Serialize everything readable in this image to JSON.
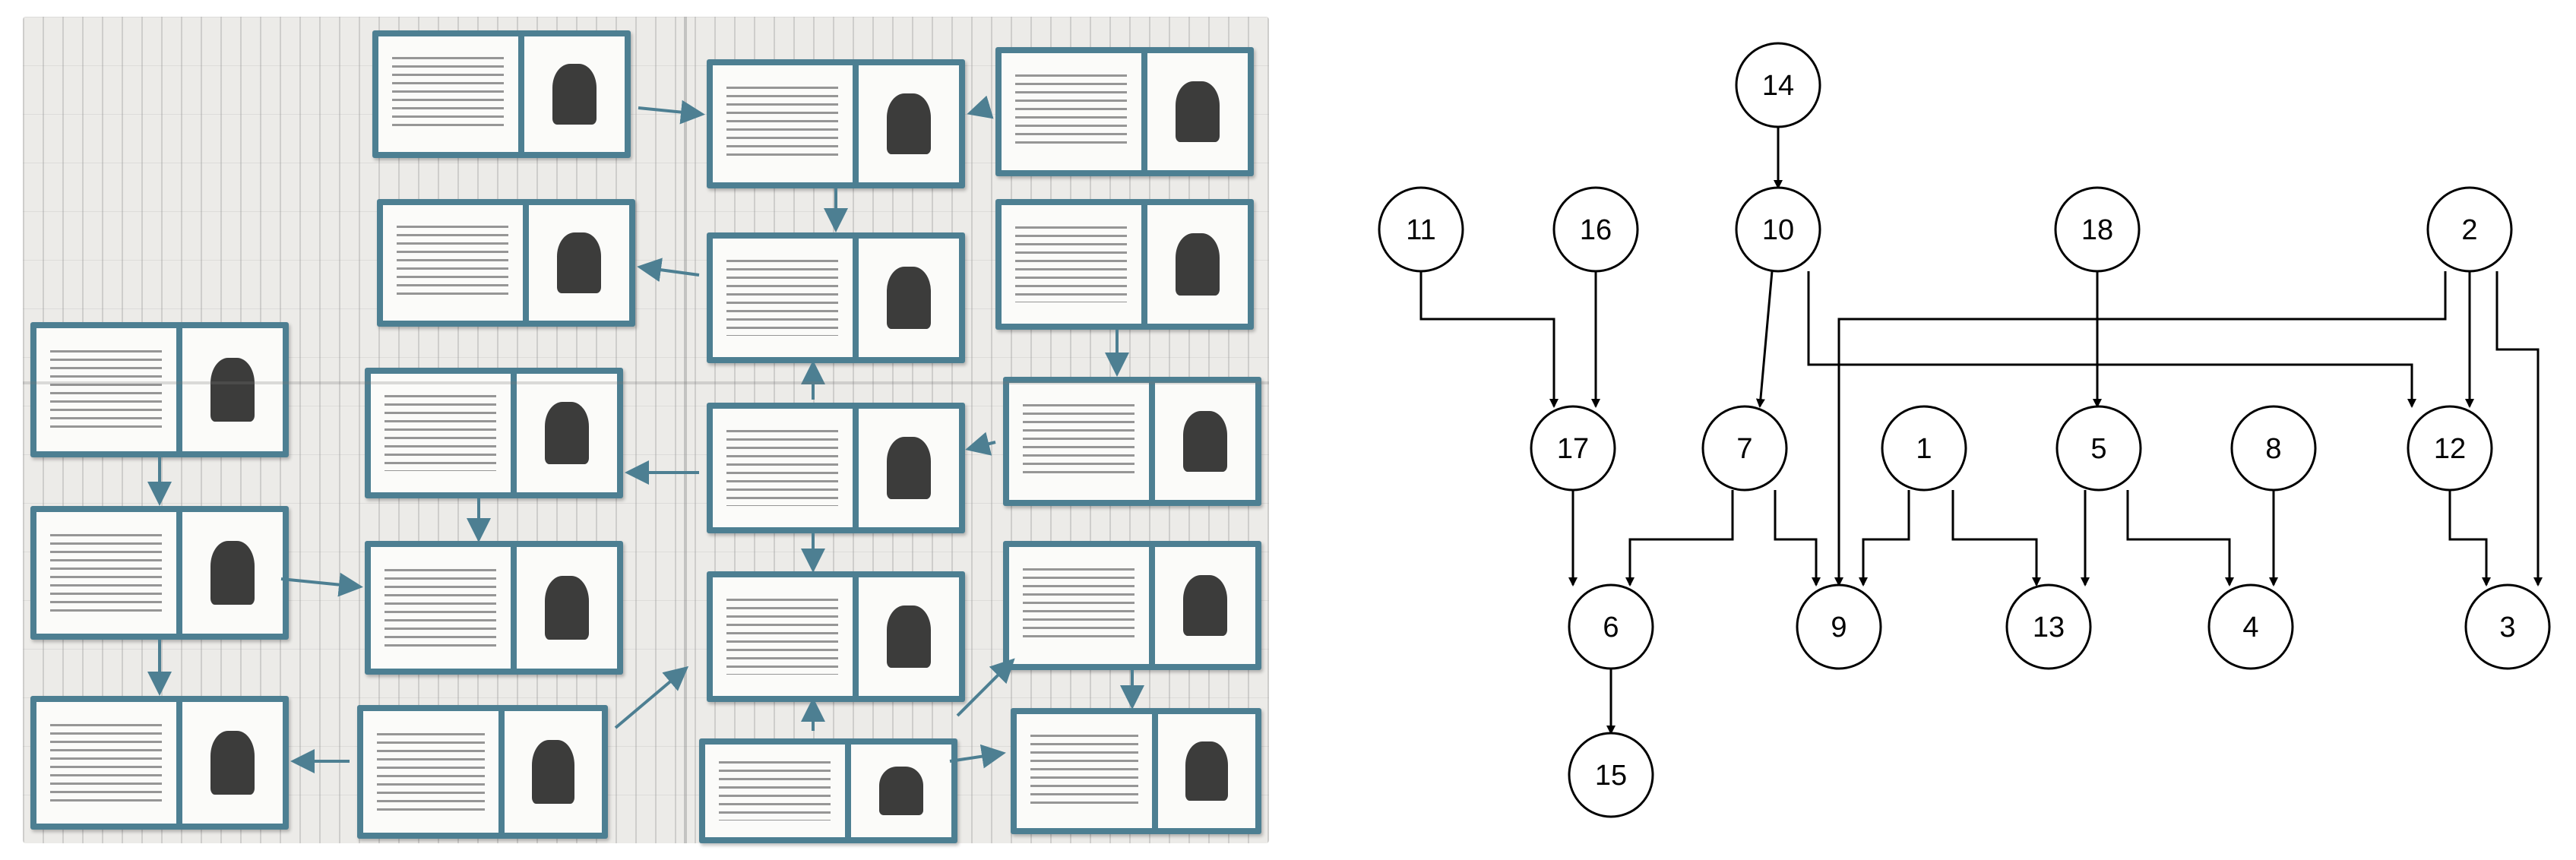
{
  "photo": {
    "description_icon": "storyboard-cards-icon"
  },
  "graph": {
    "nodes": [
      "1",
      "2",
      "3",
      "4",
      "5",
      "6",
      "7",
      "8",
      "9",
      "10",
      "11",
      "12",
      "13",
      "14",
      "15",
      "16",
      "17",
      "18"
    ],
    "edges": [
      [
        "14",
        "10"
      ],
      [
        "10",
        "7"
      ],
      [
        "10",
        "12"
      ],
      [
        "11",
        "17"
      ],
      [
        "16",
        "17"
      ],
      [
        "18",
        "5"
      ],
      [
        "2",
        "9"
      ],
      [
        "2",
        "12"
      ],
      [
        "2",
        "3"
      ],
      [
        "17",
        "6"
      ],
      [
        "7",
        "6"
      ],
      [
        "7",
        "9"
      ],
      [
        "1",
        "9"
      ],
      [
        "1",
        "13"
      ],
      [
        "5",
        "13"
      ],
      [
        "5",
        "4"
      ],
      [
        "8",
        "4"
      ],
      [
        "12",
        "3"
      ],
      [
        "6",
        "15"
      ]
    ]
  },
  "colors": {
    "card_frame": "#4d7f92",
    "graph_stroke": "#000000"
  }
}
